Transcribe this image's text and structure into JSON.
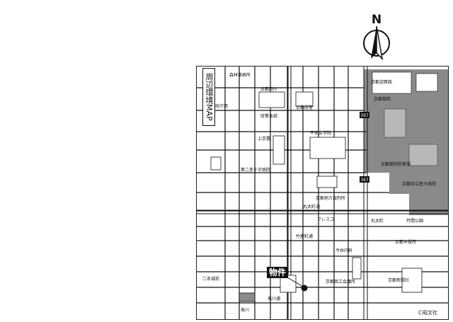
{
  "compass": {
    "letter": "N"
  },
  "map": {
    "title": "周辺環境MAP",
    "property_label": "物件",
    "copyright": "Ⓒ昭文社",
    "route_numbers": [
      "367",
      "367"
    ],
    "labels": {
      "l01": "森林事務所",
      "l02": "京都府庁",
      "l03": "府警本部",
      "l04": "京都府警",
      "l05": "府庁西",
      "l06": "上京署",
      "l07": "第二赤十字病院",
      "l08": "丸太町通",
      "l09": "竹屋町通",
      "l10": "夷川通",
      "l11": "京都御苑",
      "l12": "京都迎賓館",
      "l13": "京都府立医大病院",
      "l14": "平安女学院",
      "l15": "京都御苑駐車場",
      "l16": "京都地方裁判所",
      "l17": "丸太町",
      "l18": "フレスコ",
      "l19": "竹間公園",
      "l20": "今井内科",
      "l21": "京都商工会議所",
      "l22": "京都新聞社",
      "l23": "二条城前",
      "l24": "夷川",
      "l25": "京都市役所"
    },
    "colors": {
      "park_fill": "#8a8a8a",
      "block_fill": "#ffffff",
      "road_stroke": "#111111",
      "label_box_fill": "#111111"
    }
  }
}
